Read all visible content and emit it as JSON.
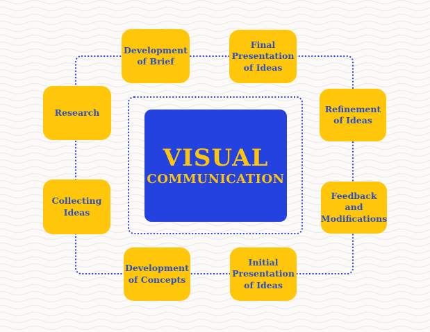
{
  "diagram": {
    "center": {
      "title": "VISUAL",
      "subtitle": "COMMUNICATION"
    },
    "nodes": [
      {
        "id": "development-of-brief",
        "label": "Development\nof Brief"
      },
      {
        "id": "final-presentation-of-ideas",
        "label": "Final\nPresentation\nof Ideas"
      },
      {
        "id": "research",
        "label": "Research"
      },
      {
        "id": "refinement-of-ideas",
        "label": "Refinement\nof Ideas"
      },
      {
        "id": "collecting-ideas",
        "label": "Collecting\nIdeas"
      },
      {
        "id": "feedback-and-modifications",
        "label": "Feedback and\nModifications"
      },
      {
        "id": "development-of-concepts",
        "label": "Development\nof Concepts"
      },
      {
        "id": "initial-presentation-of-ideas",
        "label": "Initial\nPresentation\nof Ideas"
      }
    ],
    "colors": {
      "background": "#fbfaf9",
      "wave_line": "#edecea",
      "node_fill": "#ffc60a",
      "node_text": "#2b50c6",
      "center_fill": "#2342df",
      "center_text": "#fcc40d",
      "connector": "#2a46e8"
    }
  }
}
